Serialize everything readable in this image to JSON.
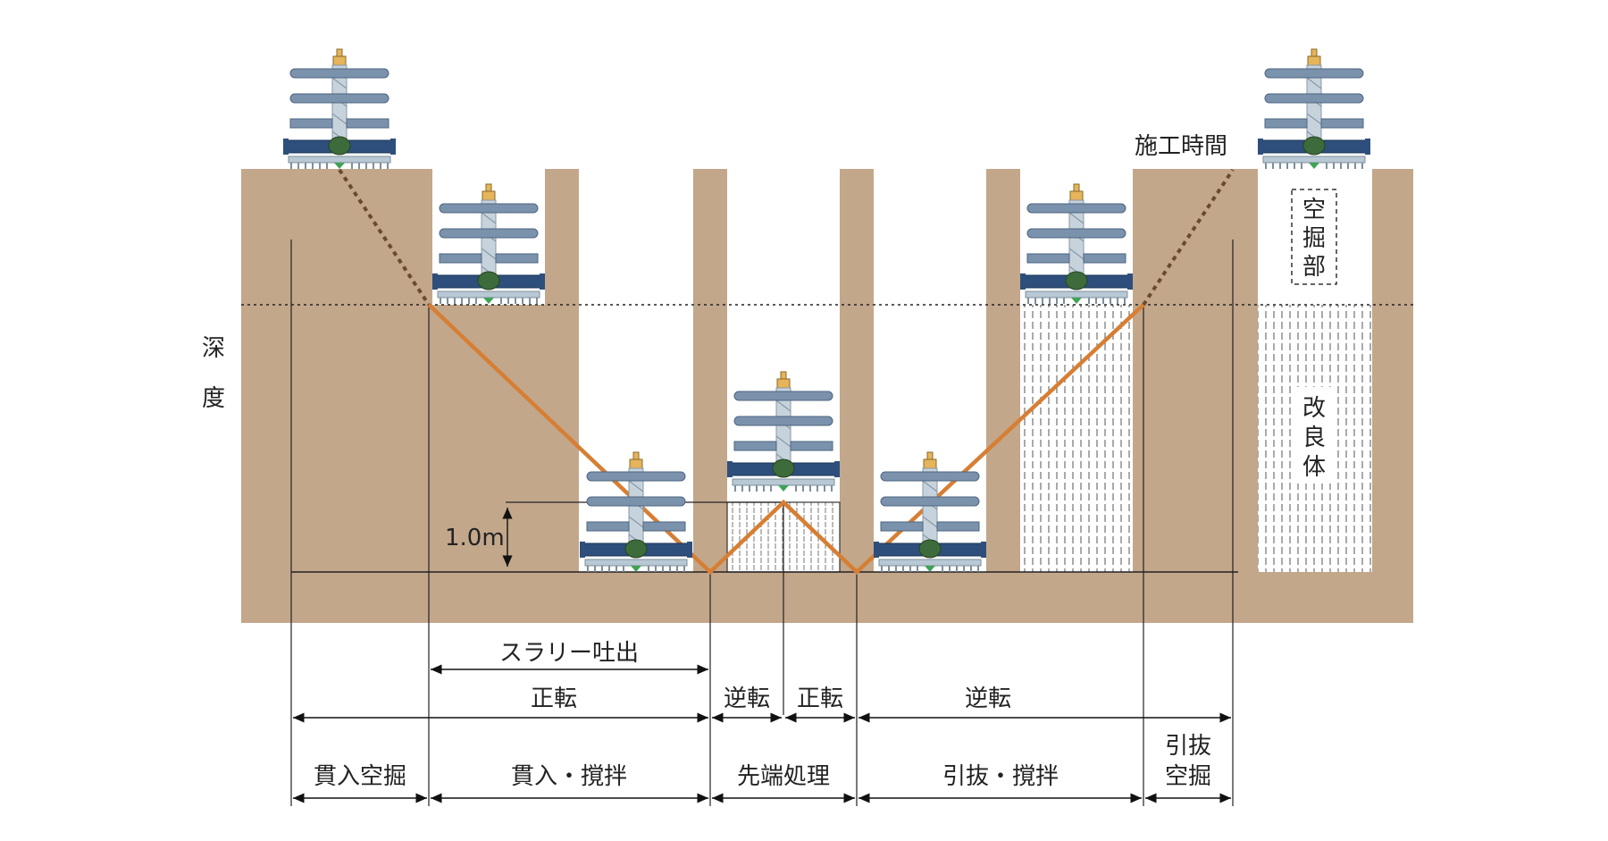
{
  "labels": {
    "depth_axis": [
      "深",
      "度"
    ],
    "time_axis": "施工時間",
    "empty_part": [
      "空",
      "掘",
      "部"
    ],
    "improved_body": [
      "改",
      "良",
      "体"
    ],
    "height_note": "1.0m"
  },
  "process": {
    "slurry": "スラリー吐出",
    "rotation": [
      {
        "label": "正転"
      },
      {
        "label": "逆転"
      },
      {
        "label": "正転"
      },
      {
        "label": "逆転"
      }
    ],
    "steps": [
      {
        "label": "貫入空掘"
      },
      {
        "label": "貫入・撹拌"
      },
      {
        "label": "先端処理"
      },
      {
        "label": "引抜・撹拌"
      },
      {
        "label": "引抜",
        "label2": "空掘"
      }
    ]
  },
  "colors": {
    "soil": "#c3a78b",
    "path": "#d67f34",
    "rig_blade": "#7b92ad",
    "rig_beam": "#2e4f7c",
    "rig_shaft": "#c7d3dc",
    "rig_top": "#e6b45a",
    "rig_node": "#3e6b3b"
  }
}
